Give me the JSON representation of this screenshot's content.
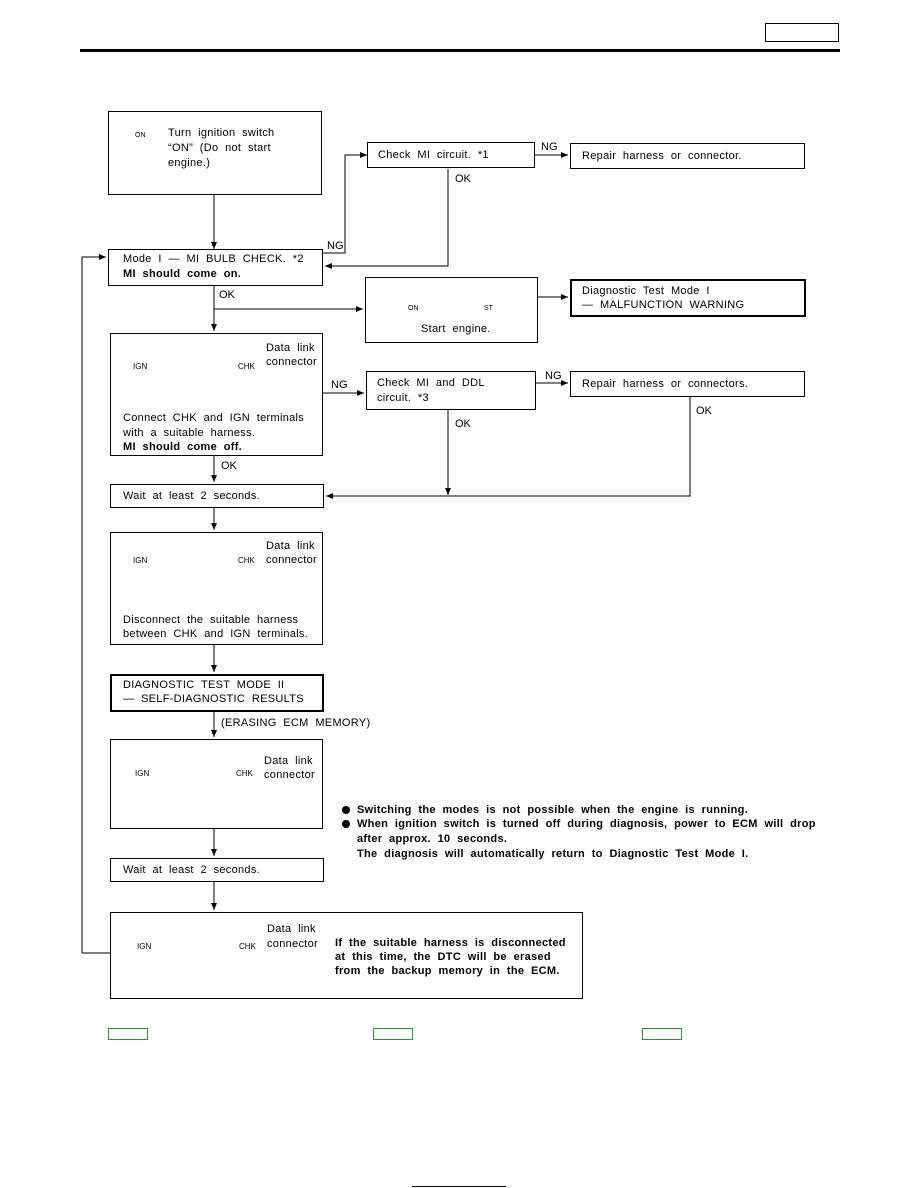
{
  "steps": {
    "ign_on": [
      "Turn  ignition  switch",
      "“ON”  (Do  not  start",
      "engine.)"
    ],
    "check_mi": "Check  MI  circuit.  *1",
    "repair1": "Repair  harness  or  connector.",
    "mode1_line1": "Mode  I  —  MI  BULB  CHECK.  *2",
    "mode1_line2": "MI  should  come  on.",
    "start_engine": "Start  engine.",
    "diag_mode1": [
      "Diagnostic  Test  Mode  I",
      "—  MALFUNCTION  WARNING"
    ],
    "check_ddl": [
      "Check  MI  and  DDL",
      "circuit.  *3"
    ],
    "repair2": "Repair  harness  or  connectors.",
    "connect_text": [
      "Connect  CHK  and  IGN  terminals",
      "with  a  suitable  harness."
    ],
    "connect_bold": "MI  should  come  off.",
    "wait1": "Wait  at  least  2  seconds.",
    "disconnect_text": [
      "Disconnect  the  suitable  harness",
      "between  CHK  and  IGN  terminals."
    ],
    "diag_mode2": [
      "DIAGNOSTIC  TEST  MODE  II",
      "—  SELF-DIAGNOSTIC  RESULTS"
    ],
    "erasing": "(ERASING  ECM  MEMORY)",
    "wait2": "Wait  at  least  2  seconds.",
    "final_text": [
      "If  the  suitable  harness  is  disconnected",
      "at  this  time,  the  DTC  will  be  erased",
      "from  the  backup  memory  in  the  ECM."
    ]
  },
  "connector": {
    "label": [
      "Data  link",
      "connector"
    ],
    "ign": "IGN",
    "chk": "CHK"
  },
  "key_labels": {
    "on": "ON",
    "st": "ST"
  },
  "flow_labels": {
    "ng": "NG",
    "ok": "OK"
  },
  "notes": [
    "Switching  the  modes  is  not  possible  when  the  engine  is  running.",
    "When  ignition  switch  is  turned  off  during  diagnosis,  power  to  ECM  will  drop",
    "after  approx.  10  seconds.",
    "The  diagnosis  will  automatically  return  to  Diagnostic  Test  Mode  I."
  ],
  "colors": {
    "line": "#000000",
    "tag": "#1aa31a"
  }
}
